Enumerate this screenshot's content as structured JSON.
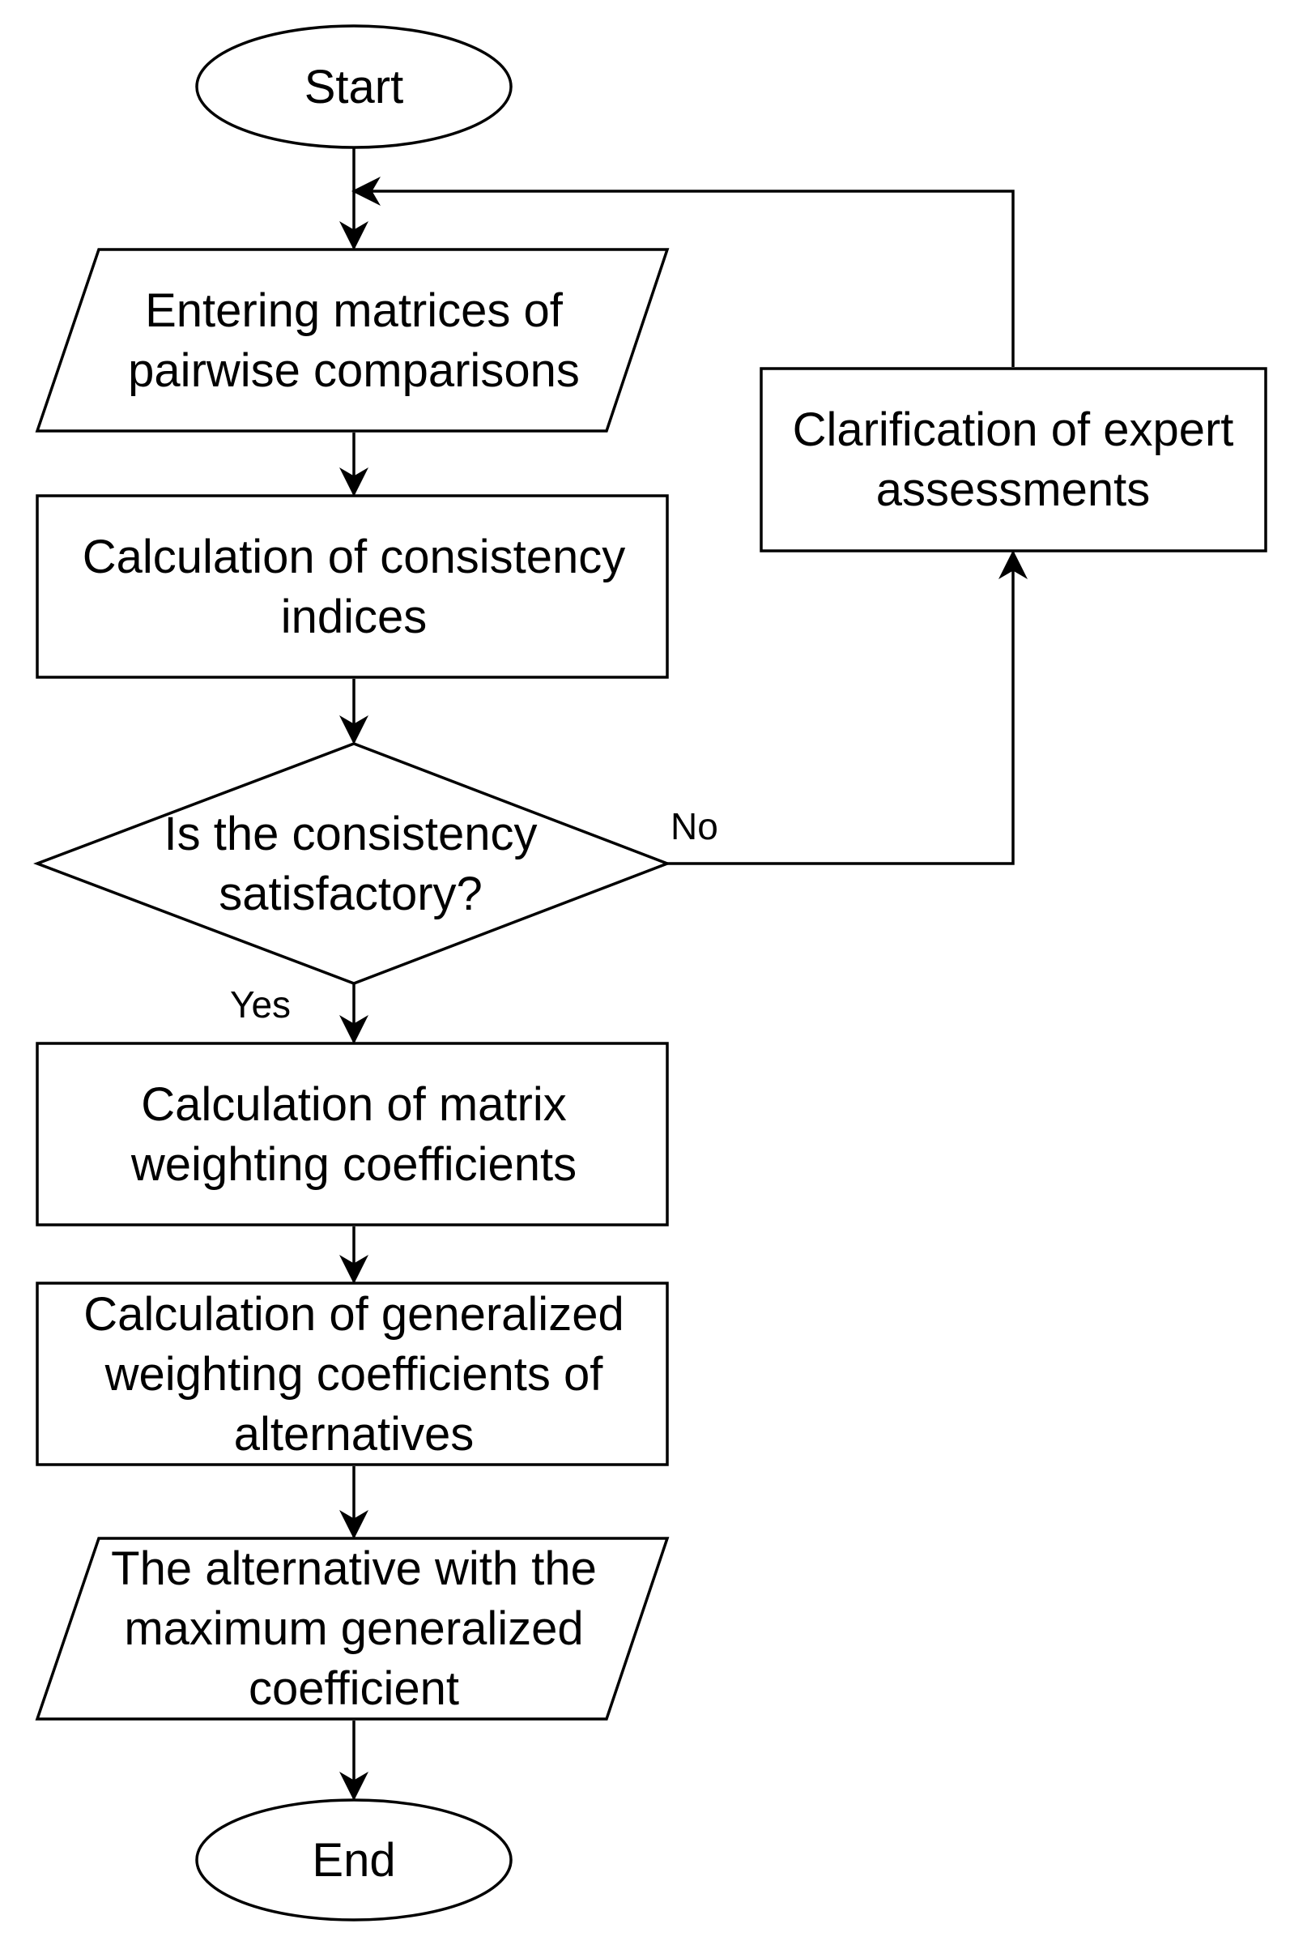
{
  "nodes": {
    "start": [
      "Start"
    ],
    "input_matrices": [
      "Entering matrices of",
      "pairwise comparisons"
    ],
    "calc_consistency": [
      "Calculation of consistency",
      "indices"
    ],
    "decision": [
      "Is the consistency",
      "satisfactory?"
    ],
    "calc_matrix_weights": [
      "Calculation of matrix",
      "weighting coefficients"
    ],
    "calc_generalized": [
      "Calculation of generalized",
      "weighting coefficients of",
      "alternatives"
    ],
    "output_alternative": [
      "The alternative with the",
      "maximum generalized",
      "coefficient"
    ],
    "end": [
      "End"
    ],
    "clarification": [
      "Clarification of expert",
      "assessments"
    ]
  },
  "edges": {
    "no_label": "No",
    "yes_label": "Yes"
  }
}
